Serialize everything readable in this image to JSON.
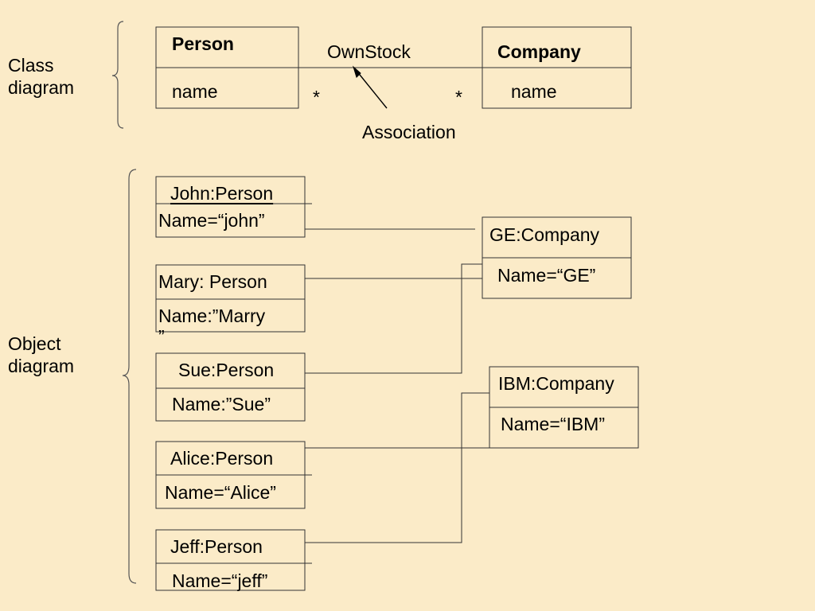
{
  "class_diagram": {
    "label_line1": "Class",
    "label_line2": "diagram",
    "person": {
      "name": "Person",
      "attribute": "name"
    },
    "company": {
      "name": "Company",
      "attribute": "name"
    },
    "association": {
      "name": "OwnStock",
      "multiplicity_person_end": "*",
      "multiplicity_company_end": "*",
      "callout": "Association"
    }
  },
  "object_diagram": {
    "label_line1": "Object",
    "label_line2": "diagram",
    "persons": [
      {
        "title": "John:Person",
        "value": "Name=“john”",
        "title_underlined": true
      },
      {
        "title": "Mary: Person",
        "value": "Name:”Marry",
        "value_wrap": "”"
      },
      {
        "title": "Sue:Person",
        "value": "Name:”Sue”"
      },
      {
        "title": "Alice:Person",
        "value": "Name=“Alice”"
      },
      {
        "title": "Jeff:Person",
        "value": "Name=“jeff”"
      }
    ],
    "companies": [
      {
        "title": "GE:Company",
        "value": "Name=“GE”"
      },
      {
        "title": "IBM:Company",
        "value": "Name=“IBM”"
      }
    ],
    "links": [
      {
        "person": "John:Person",
        "company": "GE:Company"
      },
      {
        "person": "Mary: Person",
        "company": "GE:Company"
      },
      {
        "person": "Sue:Person",
        "company": "GE:Company"
      },
      {
        "person": "Alice:Person",
        "company": "IBM:Company"
      },
      {
        "person": "Jeff:Person",
        "company": "IBM:Company"
      }
    ]
  },
  "colors": {
    "background": "#FBEBC8",
    "ink": "#000000",
    "wire": "#333333"
  }
}
